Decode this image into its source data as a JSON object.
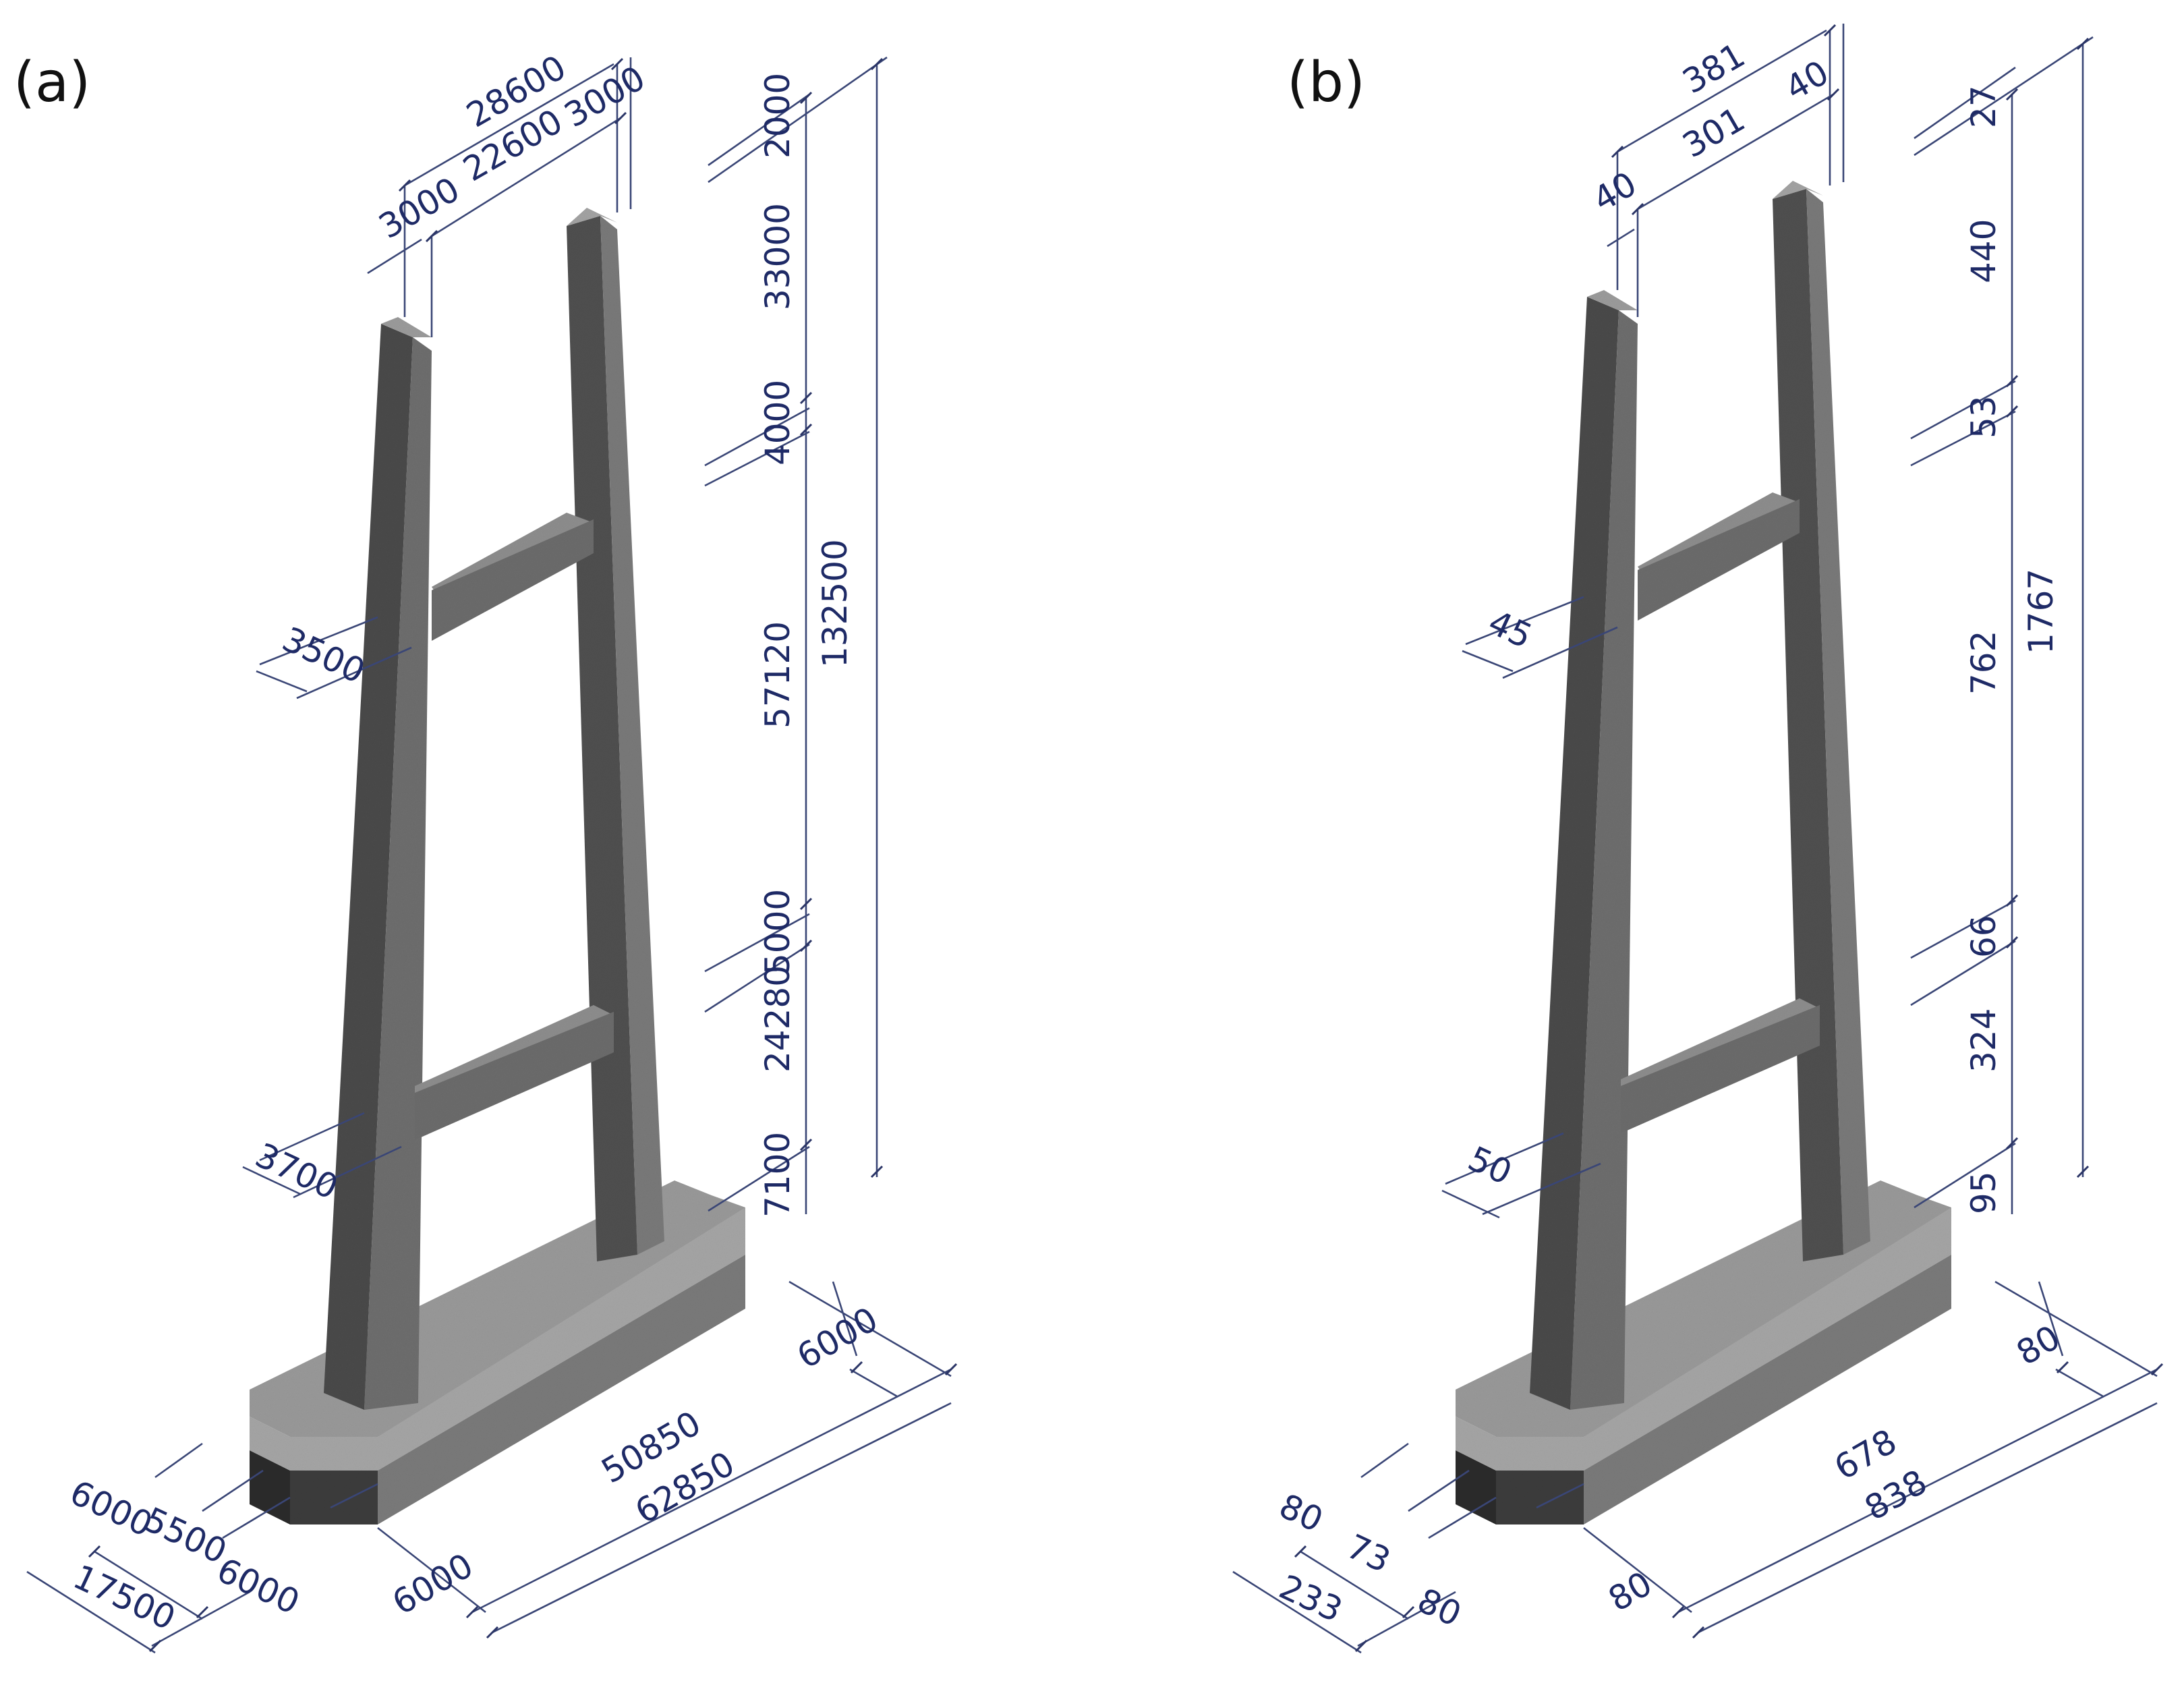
{
  "panels": [
    {
      "label": "(a)",
      "dims": {
        "top_total": "28600",
        "top_gap": "22600",
        "top_left": "3000",
        "top_right": "3000",
        "beam_upper_depth": "3500",
        "beam_lower_depth": "3700",
        "h_total": "132500",
        "h_tip": "2000",
        "h_upper_col": "33000",
        "h_upper_beam": "4000",
        "h_mid_col": "57120",
        "h_lower_beam": "5000",
        "h_lower_col": "24280",
        "h_base": "7100",
        "base_side": "6000",
        "base_len_inner": "50850",
        "base_len_total": "62850",
        "base_end": "6000",
        "width_a": "6000",
        "width_b": "5500",
        "width_c": "6000",
        "width_total": "17500"
      }
    },
    {
      "label": "(b)",
      "dims": {
        "top_total": "381",
        "top_gap": "301",
        "top_left": "40",
        "top_right": "40",
        "beam_upper_depth": "45",
        "beam_lower_depth": "50",
        "h_total": "1767",
        "h_tip": "27",
        "h_upper_col": "440",
        "h_upper_beam": "53",
        "h_mid_col": "762",
        "h_lower_beam": "66",
        "h_lower_col": "324",
        "h_base": "95",
        "base_side": "80",
        "base_len_inner": "678",
        "base_len_total": "838",
        "base_end": "80",
        "width_a": "80",
        "width_b": "73",
        "width_c": "80",
        "width_total": "233"
      }
    }
  ],
  "colors": {
    "ink": "#1e2a66",
    "column_front": "#4d4d4d",
    "column_side": "#6a6a6a",
    "beam_top": "#8c8c8c",
    "beam_front": "#707070",
    "base_top": "#9a9a9a",
    "base_side": "#7b7b7b",
    "base_dark": "#2c2c2c"
  }
}
